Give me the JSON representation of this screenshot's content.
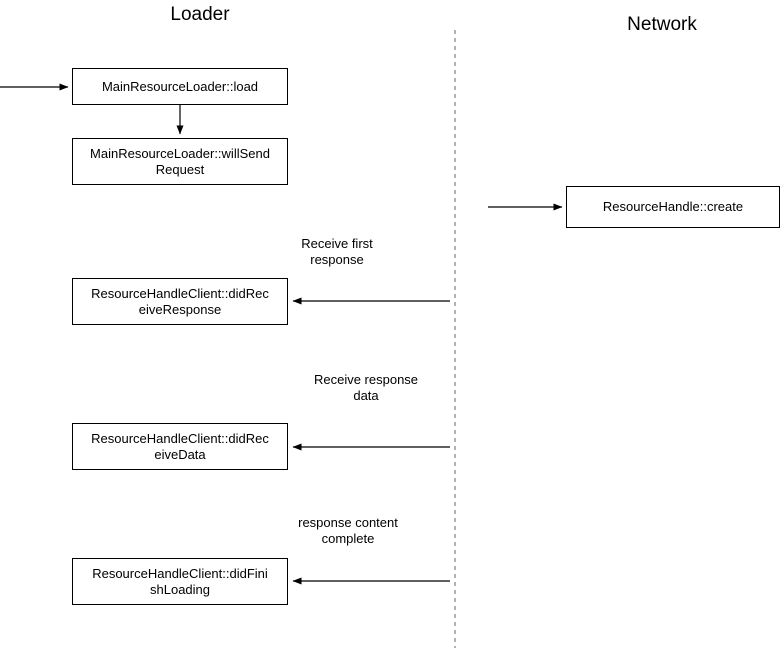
{
  "diagram": {
    "titles": {
      "loader": "Loader",
      "network": "Network"
    },
    "nodes": {
      "load": "MainResourceLoader::load",
      "will_send_request": "MainResourceLoader::willSendRequest",
      "create": "ResourceHandle::create",
      "did_receive_response": "ResourceHandleClient::didReceiveResponse",
      "did_receive_data": "ResourceHandleClient::didReceiveData",
      "did_finish_loading": "ResourceHandleClient::didFinishLoading"
    },
    "arrow_labels": {
      "receive_first_response": "Receive first response",
      "receive_response_data": "Receive response data",
      "response_content_complete": "response content complete"
    },
    "colors": {
      "line": "#000000",
      "divider": "#666666",
      "box_border": "#000000",
      "background": "#ffffff"
    }
  }
}
